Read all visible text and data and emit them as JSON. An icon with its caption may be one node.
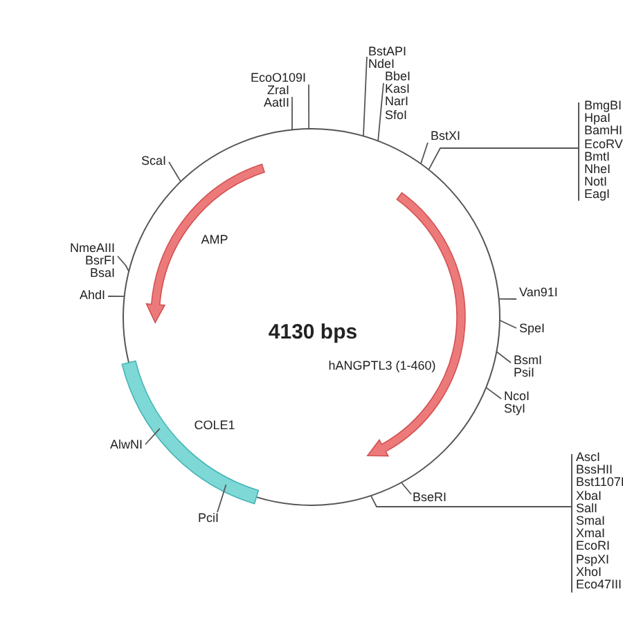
{
  "diagram": {
    "nodes": [
      {
        "text": [],
        "shape": "circle"
      },
      {
        "text": [
          "EcoO109I"
        ]
      },
      {
        "text": [
          "ZraI",
          "AatII"
        ]
      },
      {
        "text": [
          "BstAPI",
          "NdeI"
        ]
      },
      {
        "text": [
          "BbeI",
          "KasI",
          "NarI",
          "SfoI"
        ]
      },
      {
        "text": [
          "BstXI"
        ]
      },
      {
        "text": [
          "BmgBI",
          "HpaI",
          "BamHI",
          "EcoRV",
          "BmtI",
          "NheI",
          "NotI",
          "EagI"
        ]
      },
      {
        "text": [
          "Van91I"
        ]
      },
      {
        "text": [
          "SpeI"
        ]
      },
      {
        "text": [
          "BsmI",
          "PsiI"
        ]
      },
      {
        "text": [
          "NcoI",
          "StyI"
        ]
      },
      {
        "text": [
          "AscI",
          "BssHII",
          "Bst1107I",
          "XbaI",
          "SalI",
          "SmaI",
          "XmaI",
          "EcoRI",
          "PspXI",
          "XhoI",
          "Eco47III"
        ]
      },
      {
        "text": [
          "BseRI"
        ]
      },
      {
        "text": [
          "PciI"
        ]
      },
      {
        "text": [
          "AlwNI"
        ]
      },
      {
        "text": [
          "AhdI"
        ]
      },
      {
        "text": [
          "NmeAIII",
          "BsrFI",
          "BsaI"
        ]
      },
      {
        "text": [
          "ScaI"
        ]
      }
    ],
    "edges": [
      {
        "from": 1,
        "to": 0,
        "arrow": "none"
      },
      {
        "from": 2,
        "to": 0,
        "arrow": "none"
      },
      {
        "from": 3,
        "to": 0,
        "arrow": "none"
      },
      {
        "from": 4,
        "to": 0,
        "arrow": "none"
      },
      {
        "from": 5,
        "to": 0,
        "arrow": "none"
      },
      {
        "from": 6,
        "to": 0,
        "arrow": "none"
      },
      {
        "from": 7,
        "to": 0,
        "arrow": "none"
      },
      {
        "from": 8,
        "to": 0,
        "arrow": "none"
      },
      {
        "from": 9,
        "to": 0,
        "arrow": "none"
      },
      {
        "from": 10,
        "to": 0,
        "arrow": "none"
      },
      {
        "from": 11,
        "to": 0,
        "arrow": "none"
      },
      {
        "from": 12,
        "to": 0,
        "arrow": "none"
      },
      {
        "from": 13,
        "to": 0,
        "arrow": "none"
      },
      {
        "from": 14,
        "to": 0,
        "arrow": "none"
      },
      {
        "from": 15,
        "to": 0,
        "arrow": "none"
      },
      {
        "from": 16,
        "to": 0,
        "arrow": "none"
      },
      {
        "from": 17,
        "to": 0,
        "arrow": "none"
      }
    ],
    "labels": [
      "AMP",
      "4130 bps",
      "hANGPTL3 (1-460)",
      "COLE1"
    ]
  }
}
